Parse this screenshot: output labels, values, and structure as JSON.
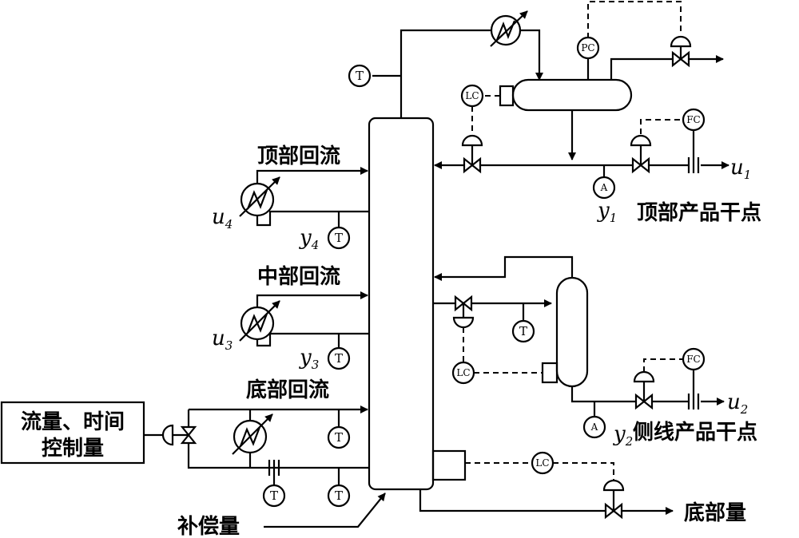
{
  "labels": {
    "top_reflux": "顶部回流",
    "mid_reflux": "中部回流",
    "bottom_reflux": "底部回流",
    "top_product": "顶部产品干点",
    "side_product": "侧线产品干点",
    "bottom_amount": "底部量",
    "compensation": "补偿量",
    "flow_time_line1": "流量、时间",
    "flow_time_line2": "控制量"
  },
  "variables": {
    "u1": "u",
    "u1_sub": "1",
    "u2": "u",
    "u2_sub": "2",
    "u3": "u",
    "u3_sub": "3",
    "u4": "u",
    "u4_sub": "4",
    "y1": "y",
    "y1_sub": "1",
    "y2": "y",
    "y2_sub": "2",
    "y3": "y",
    "y3_sub": "3",
    "y4": "y",
    "y4_sub": "4"
  },
  "instruments": {
    "pc": "PC",
    "lc": "LC",
    "fc": "FC",
    "t": "T",
    "a": "A"
  }
}
